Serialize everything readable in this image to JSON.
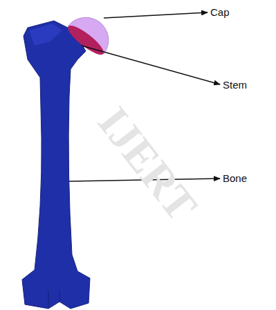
{
  "diagram": {
    "labels": [
      "Cap",
      "Stem",
      "Bone",
      "IJERT"
    ]
  }
}
